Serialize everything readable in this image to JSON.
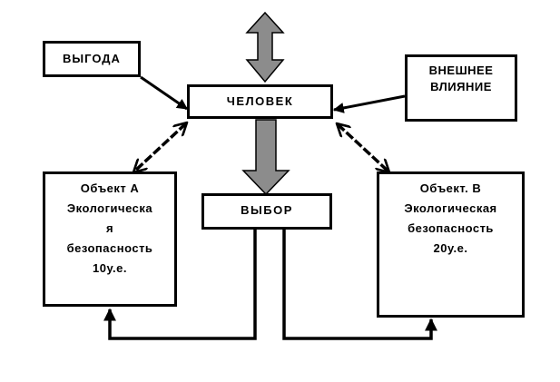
{
  "diagram": {
    "benefit_label": "ВЫГОДА",
    "external_influence_lines": [
      "ВНЕШНЕЕ",
      "ВЛИЯНИЕ"
    ],
    "human_label": "ЧЕЛОВЕК",
    "choice_label": "ВЫБОР",
    "object_a_lines": [
      "Объект А",
      "Экологическа",
      "я",
      "безопасность",
      "10у.е."
    ],
    "object_b_lines": [
      "Объект. В",
      "Экологическая",
      "безопасность",
      "20у.е."
    ]
  }
}
